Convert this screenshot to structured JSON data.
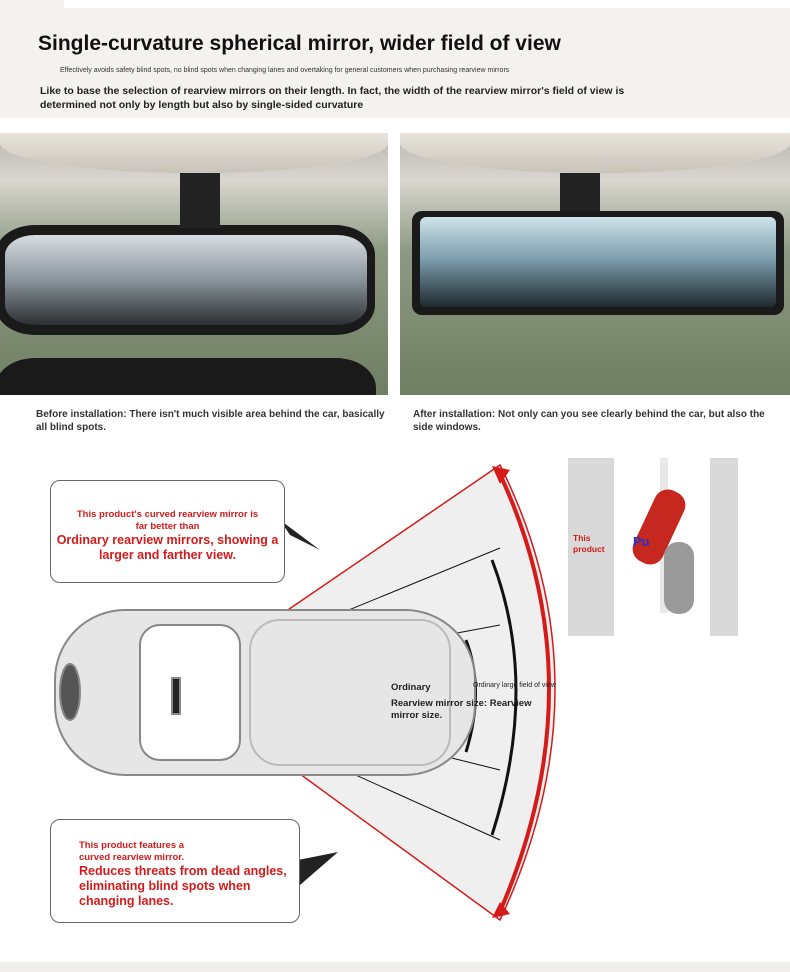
{
  "header": {
    "title": "Single-curvature spherical mirror, wider field of view",
    "subtitle": "Effectively avoids safety blind spots, no blind spots when changing lanes and overtaking for general customers when purchasing rearview mirrors",
    "lead": "Like to base the selection of rearview mirrors on their length. In fact, the width of the rearview mirror's field of view is determined not only by length but also by single-sided curvature"
  },
  "photos": {
    "before_caption": "Before installation: There isn't much visible area behind the car, basically all blind spots.",
    "after_caption": "After installation: Not only can you see clearly behind the car, but also the side windows."
  },
  "diagram": {
    "top_bubble_small": "This product's curved rearview mirror is far better than",
    "top_bubble_large": "Ordinary rearview mirrors, showing a larger and farther view.",
    "ordinary_label": "Ordinary",
    "ordinary_field_label": "Ordinary large field of view",
    "size_label": "Rearview mirror size: Rearview mirror size.",
    "bottom_bubble_small": "This product features a curved rearview mirror.",
    "bottom_bubble_large": "Reduces threats from dead angles, eliminating blind spots when changing lanes.",
    "inset_label": "This product",
    "inset_car_text": "Pu"
  },
  "colors": {
    "accent": "#d51a1a"
  }
}
